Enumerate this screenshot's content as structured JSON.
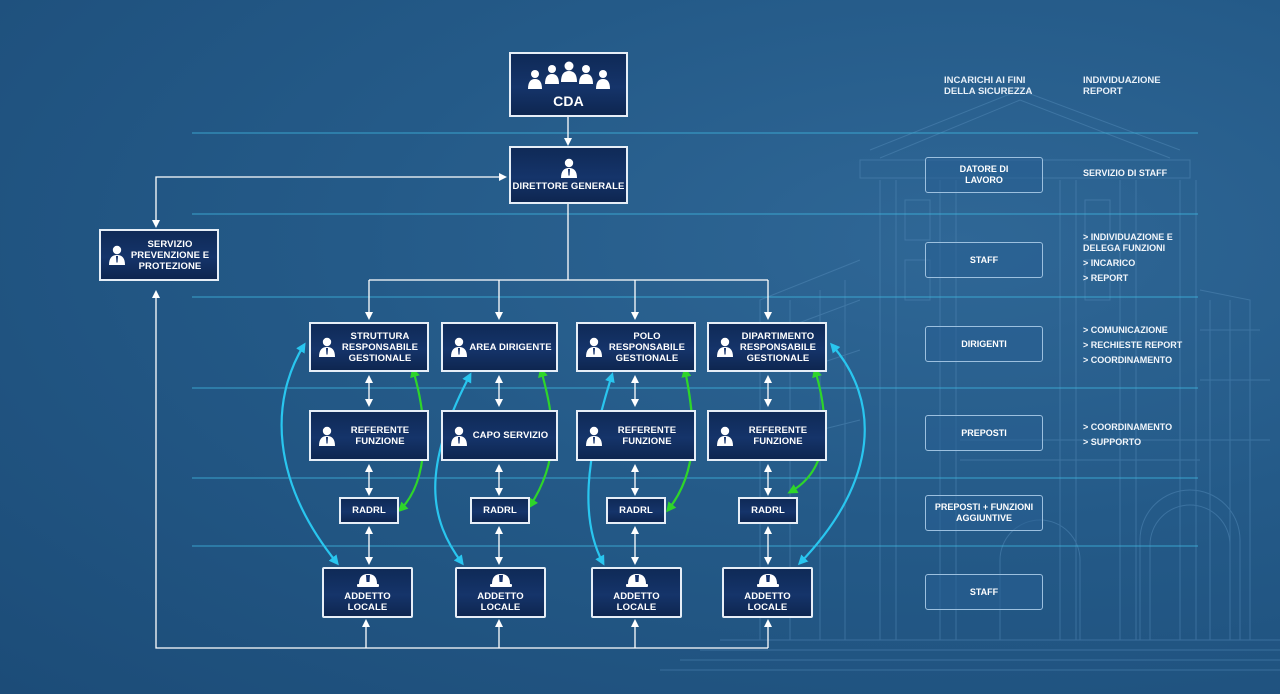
{
  "org": {
    "cda": "CDA",
    "direttore": "DIRETTORE GENERALE",
    "spp": "SERVIZIO PREVENZIONE E PROTEZIONE",
    "top": [
      "STRUTTURA RESPONSABILE GESTIONALE",
      "AREA DIRIGENTE",
      "POLO RESPONSABILE GESTIONALE",
      "DIPARTIMENTO RESPONSABILE GESTIONALE"
    ],
    "mid": [
      "REFERENTE FUNZIONE",
      "CAPO SERVIZIO",
      "REFERENTE FUNZIONE",
      "REFERENTE FUNZIONE"
    ],
    "radrl": [
      "RADRL",
      "RADRL",
      "RADRL",
      "RADRL"
    ],
    "addetto": [
      "ADDETTO LOCALE",
      "ADDETTO LOCALE",
      "ADDETTO LOCALE",
      "ADDETTO LOCALE"
    ]
  },
  "columns": {
    "incarichi": "INCARICHI AI FINI DELLA SICUREZZA",
    "report": "INDIVIDUAZIONE REPORT"
  },
  "roles": [
    "DATORE DI LAVORO",
    "STAFF",
    "DIRIGENTI",
    "PREPOSTI",
    "PREPOSTI + FUNZIONI AGGIUNTIVE",
    "STAFF"
  ],
  "reports": {
    "r1": [
      "SERVIZIO DI STAFF"
    ],
    "r2": [
      "> INDIVIDUAZIONE E DELEGA FUNZIONI",
      "> INCARICO",
      "> REPORT"
    ],
    "r3": [
      "> COMUNICAZIONE",
      "> RECHIESTE REPORT",
      "> COORDINAMENTO"
    ],
    "r4": [
      "> COORDINAMENTO",
      "> SUPPORTO"
    ]
  },
  "colors": {
    "background": "#245a88",
    "node_fill": "#13306a",
    "node_border": "#e6eef7",
    "connector": "#ffffff",
    "arrow_cyan": "#29c6ef",
    "arrow_green": "#2ed52a",
    "rule_line": "#3fb6df"
  }
}
